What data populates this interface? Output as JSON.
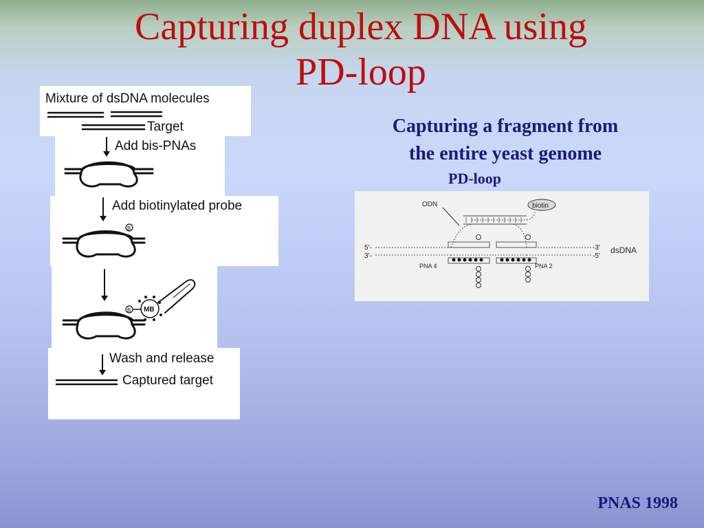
{
  "title": {
    "line1": "Capturing duplex DNA using",
    "line2": "PD-loop"
  },
  "caption": {
    "line1": "Capturing a fragment from",
    "line2": "the entire yeast genome"
  },
  "sub_caption": "PD-loop",
  "citation": "PNAS 1998",
  "flow_diagram": {
    "heading": "Mixture of dsDNA molecules",
    "target_label": "Target",
    "step1": "Add bis-PNAs",
    "step2": "Add biotinylated probe",
    "biotin_mark": "B",
    "bead_label": "MB",
    "step4": "Wash and release",
    "result": "Captured target"
  },
  "pdloop_diagram": {
    "odn": "ODN",
    "biotin": "biotin",
    "end_5_left": "5'-",
    "end_3_left": "3'-",
    "end_3_right": "-3'",
    "end_5_right": "-5'",
    "dsdna": "dsDNA",
    "pna_left": "PNA 4",
    "pna_right": "PNA 2"
  }
}
